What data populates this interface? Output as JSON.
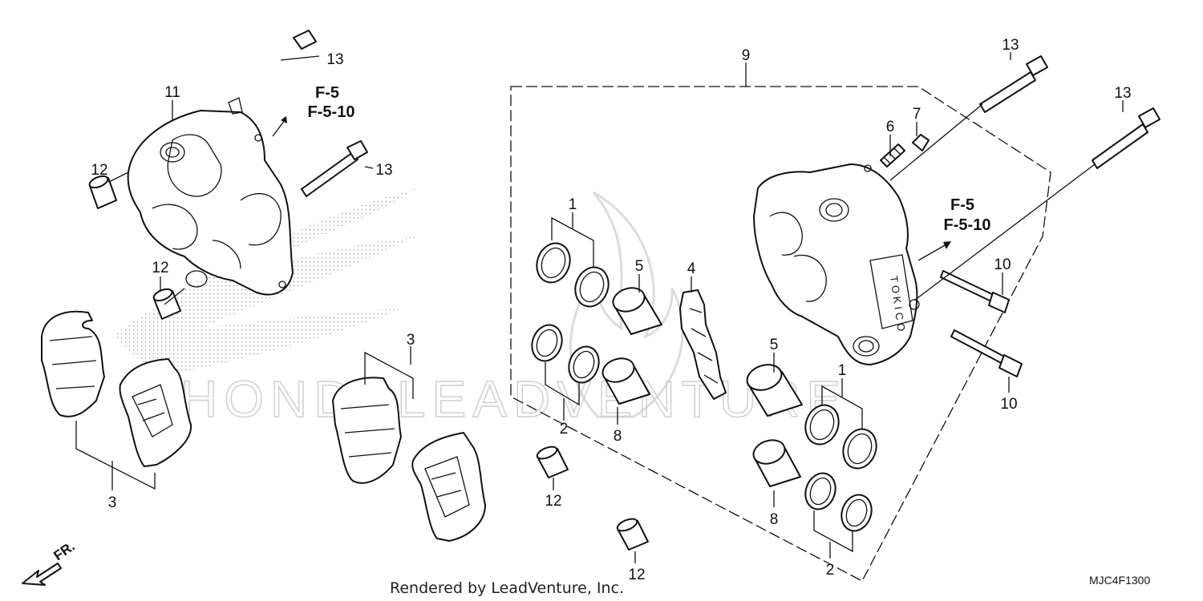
{
  "watermark": {
    "text": "LEADVENTURE"
  },
  "credit": "Rendered by LeadVenture, Inc.",
  "diagram_code": "MJC4F1300",
  "direction_label": "FR.",
  "callouts": {
    "c1a": "1",
    "c1b": "1",
    "c2a": "2",
    "c2b": "2",
    "c3a": "3",
    "c3b": "3",
    "c4": "4",
    "c5a": "5",
    "c5b": "5",
    "c6": "6",
    "c7": "7",
    "c8a": "8",
    "c8b": "8",
    "c9": "9",
    "c10a": "10",
    "c10b": "10",
    "c11": "11",
    "c12a": "12",
    "c12b": "12",
    "c12c": "12",
    "c12d": "12",
    "c13a": "13",
    "c13b": "13",
    "c13c": "13",
    "c13d": "13"
  },
  "refs": {
    "left_line1": "F-5",
    "left_line2": "F-5-10",
    "right_line1": "F-5",
    "right_line2": "F-5-10"
  }
}
